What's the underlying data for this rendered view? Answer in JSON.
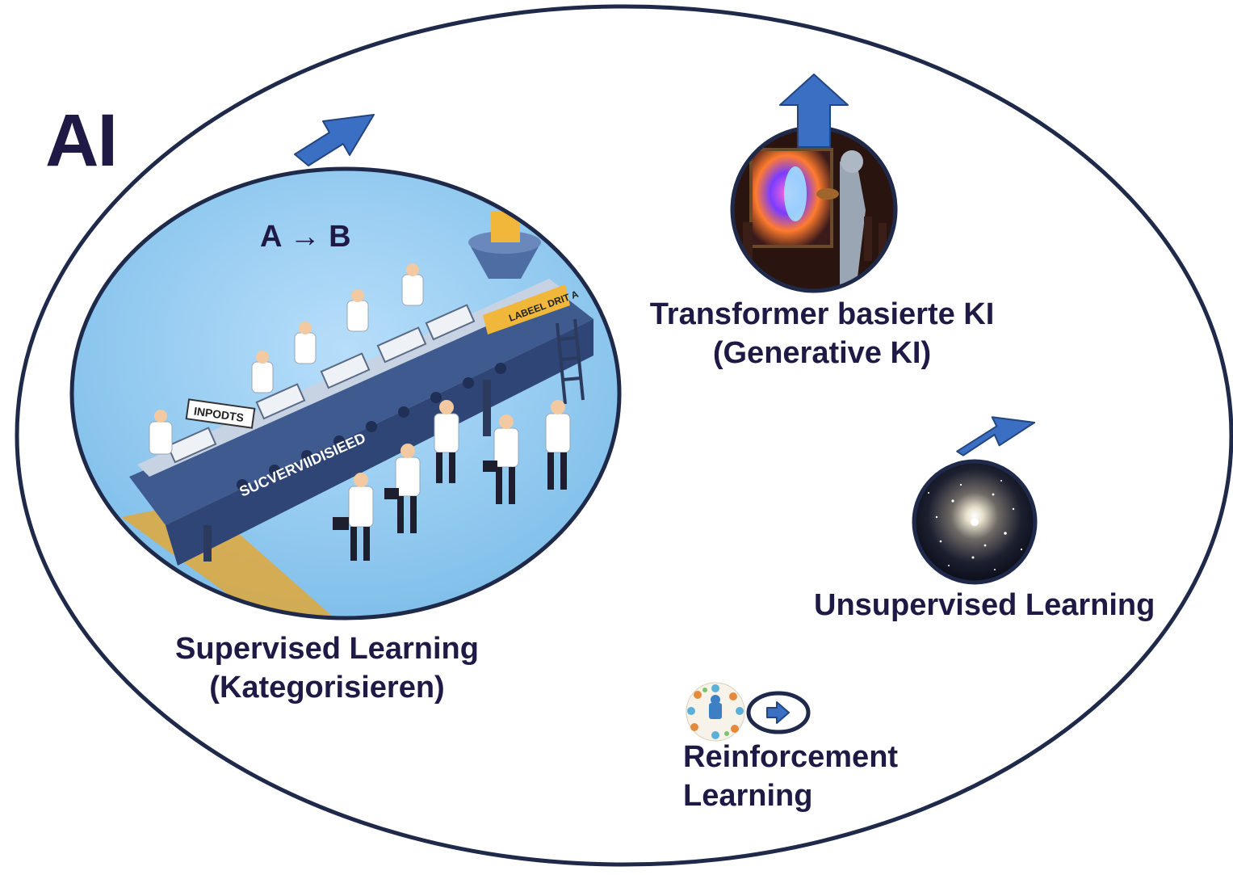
{
  "title": "AI",
  "supervised": {
    "mapping": "A → B",
    "line1": "Supervised Learning",
    "line2": "(Kategorisieren)",
    "sign_inputs": "INPODTS",
    "belt_text": "SUCVERVIIDISIEED",
    "sign_label": "LABEEL DRIT A",
    "icon": "conveyor-belt-factory-image"
  },
  "transformer": {
    "line1": "Transformer basierte KI",
    "line2": "(Generative KI)",
    "icon": "robot-painter-image"
  },
  "unsupervised": {
    "line1": "Unsupervised Learning",
    "icon": "particle-cluster-image"
  },
  "reinforcement": {
    "line1": "Reinforcement",
    "line2": "Learning",
    "icon": "robot-circle-icons-image"
  },
  "colors": {
    "outline": "#1f2a4a",
    "text": "#1f1a45",
    "arrow": "#3a6fc4",
    "arrow_stroke": "#24467f",
    "sky": "#8ec9f0"
  }
}
